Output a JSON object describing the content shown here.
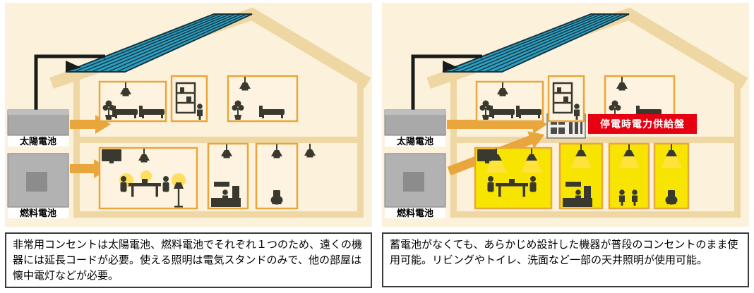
{
  "left": {
    "solar_label": "太陽電池",
    "fuel_label": "燃料電池",
    "caption": "非常用コンセントは太陽電池、燃料電池でそれぞれ１つのため、遠くの機器には延長コードが必要。使える照明は電気スタンドのみで、他の部屋は懐中電灯などが必要。"
  },
  "right": {
    "solar_label": "太陽電池",
    "fuel_label": "燃料電池",
    "board_label": "停電時電力供給盤",
    "caption": "蓄電池がなくても、あらかじめ設計した機器が普段のコンセントのまま使用可能。リビングやトイレ、洗面など一部の天井照明が使用可能。"
  },
  "colors": {
    "accent_orange": "#E9A63C",
    "solar_blue": "#2D9FC0",
    "lit_yellow": "#F7E400",
    "alert_red": "#E60012",
    "background_cream": "#FCF2DC",
    "house_tan": "#EED7A3"
  }
}
